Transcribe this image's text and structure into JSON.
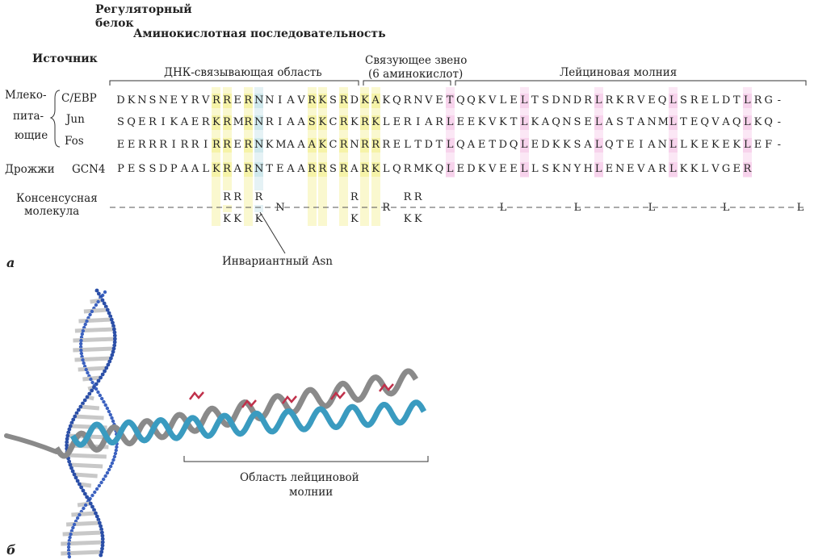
{
  "header": {
    "protein_label": "Регуляторный\nбелок",
    "sequence_label": "Аминокислотная последовательность",
    "source_label": "Источник"
  },
  "regions": {
    "dna_binding": "ДНК-связывающая область",
    "linker_line1": "Связующее звено",
    "linker_line2": "(6 аминокислот)",
    "leucine_zipper": "Лейциновая молния"
  },
  "rows": [
    {
      "source": "",
      "protein": "C/EBP",
      "sequence": "DKNSNEYRVRRERNNIAVRKSRDKAKQRNVETQQKVLELTSDNDRLRKRVEQLSRELDTLRG-"
    },
    {
      "source": "",
      "protein": "Jun",
      "sequence": "SQERIKAERKRMRNRIAASKCRKRKLERIARLEEKVKTLKAQNSELASTANMLTEQVAQLKQ-"
    },
    {
      "source": "",
      "protein": "Fos",
      "sequence": "EERRRIRRIRRERNKMAAAKCRNRRRELTDTLQAETDQLEDKKSALQTEIANLLKEKEKLEF-"
    },
    {
      "source": "Дрожжи",
      "protein": "GCN4",
      "sequence": "PESSDPAALKRARNTEAARRSRARKLQRMKQLEDKVEELLSKNYHLENEVARLKKLVGER"
    }
  ],
  "mammals_label": [
    "Млеко-",
    "пита-",
    "ющие"
  ],
  "consensus": {
    "label_line1": "Консенсусная",
    "label_line2": "молекула",
    "top": [
      {
        "i": 10,
        "c": "R"
      },
      {
        "i": 11,
        "c": "R"
      },
      {
        "i": 13,
        "c": "R"
      },
      {
        "i": 22,
        "c": "R"
      },
      {
        "i": 27,
        "c": "R"
      },
      {
        "i": 28,
        "c": "R"
      }
    ],
    "mid": [
      {
        "i": 15,
        "c": "N"
      },
      {
        "i": 25,
        "c": "R"
      },
      {
        "i": 36,
        "c": "L"
      },
      {
        "i": 43,
        "c": "L"
      },
      {
        "i": 50,
        "c": "L"
      },
      {
        "i": 57,
        "c": "L"
      },
      {
        "i": 64,
        "c": "L"
      }
    ],
    "bottom": [
      {
        "i": 10,
        "c": "K"
      },
      {
        "i": 11,
        "c": "K"
      },
      {
        "i": 13,
        "c": "K"
      },
      {
        "i": 22,
        "c": "K"
      },
      {
        "i": 27,
        "c": "K"
      },
      {
        "i": 28,
        "c": "K"
      }
    ]
  },
  "highlights": {
    "yellow_cols": [
      9,
      10,
      12,
      18,
      19,
      21,
      23,
      24
    ],
    "blue_cols": [
      13
    ],
    "pink_cols": [
      31,
      38,
      45,
      52,
      59
    ]
  },
  "annotations": {
    "invariant_asn": "Инвариантный Asn",
    "zipper_region_line1": "Область лейциновой",
    "zipper_region_line2": "молнии"
  },
  "panels": {
    "a": "а",
    "b": "б"
  },
  "colors": {
    "yellow_highlight": "#f6f3a8",
    "blue_highlight": "#cfe8ec",
    "pink_highlight": "#f7d3ec",
    "dna_blue": "#2b4fa8",
    "helix_gray": "#8a8a8a",
    "helix_teal": "#3a9bc0",
    "leucine_red": "#c0304a"
  }
}
